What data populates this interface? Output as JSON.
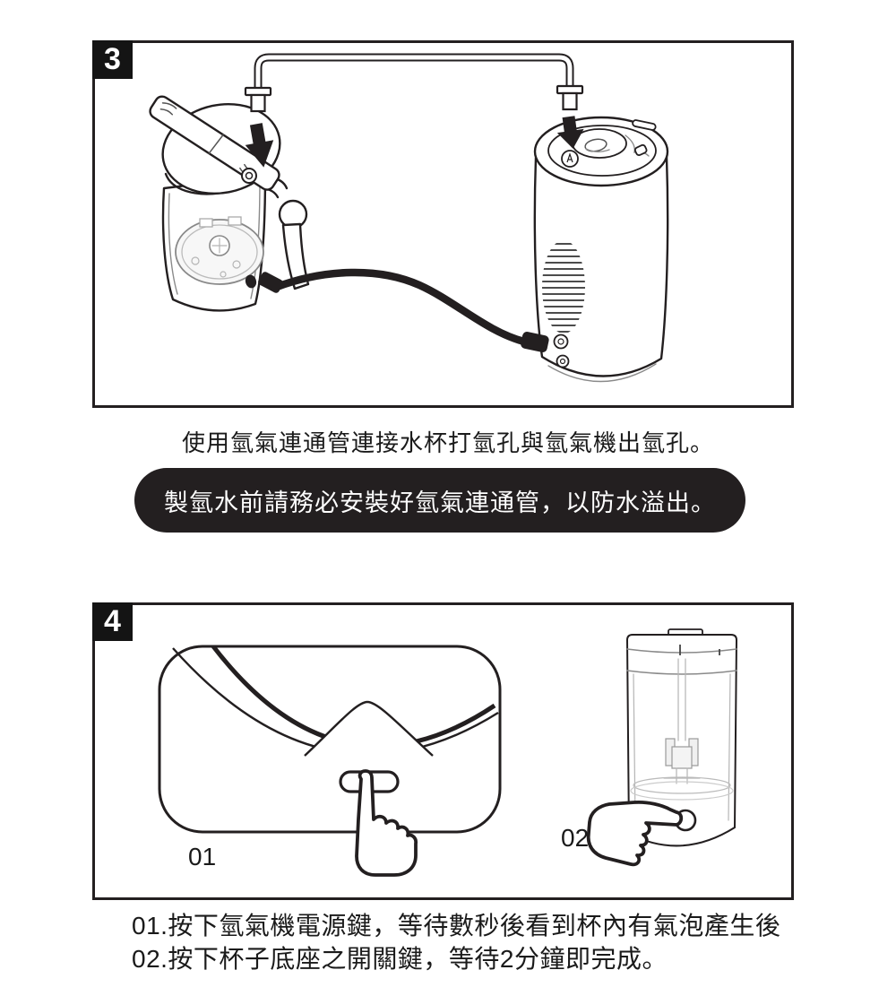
{
  "step3": {
    "badge": "3",
    "caption": "使用氫氣連通管連接水杯打氫孔與氫氣機出氫孔。",
    "warning": "製氫水前請務必安裝好氫氣連通管，以防水溢出。"
  },
  "step4": {
    "badge": "4",
    "figure_labels": {
      "power_button": "01",
      "cup_button": "02"
    },
    "instructions": [
      "01.按下氫氣機電源鍵，等待數秒後看到杯內有氣泡產生後",
      "02.按下杯子底座之開關鍵，等待2分鐘即完成。"
    ]
  },
  "icons": {
    "down_arrow": "▼",
    "press_hand": "☝",
    "point_hand": "☞"
  },
  "colors": {
    "line": "#231f20",
    "badge_bg": "#141414",
    "badge_text": "#ffffff",
    "banner_bg": "#231f20",
    "banner_text": "#ffffff",
    "page_bg": "#ffffff",
    "text": "#1a1a1a"
  }
}
